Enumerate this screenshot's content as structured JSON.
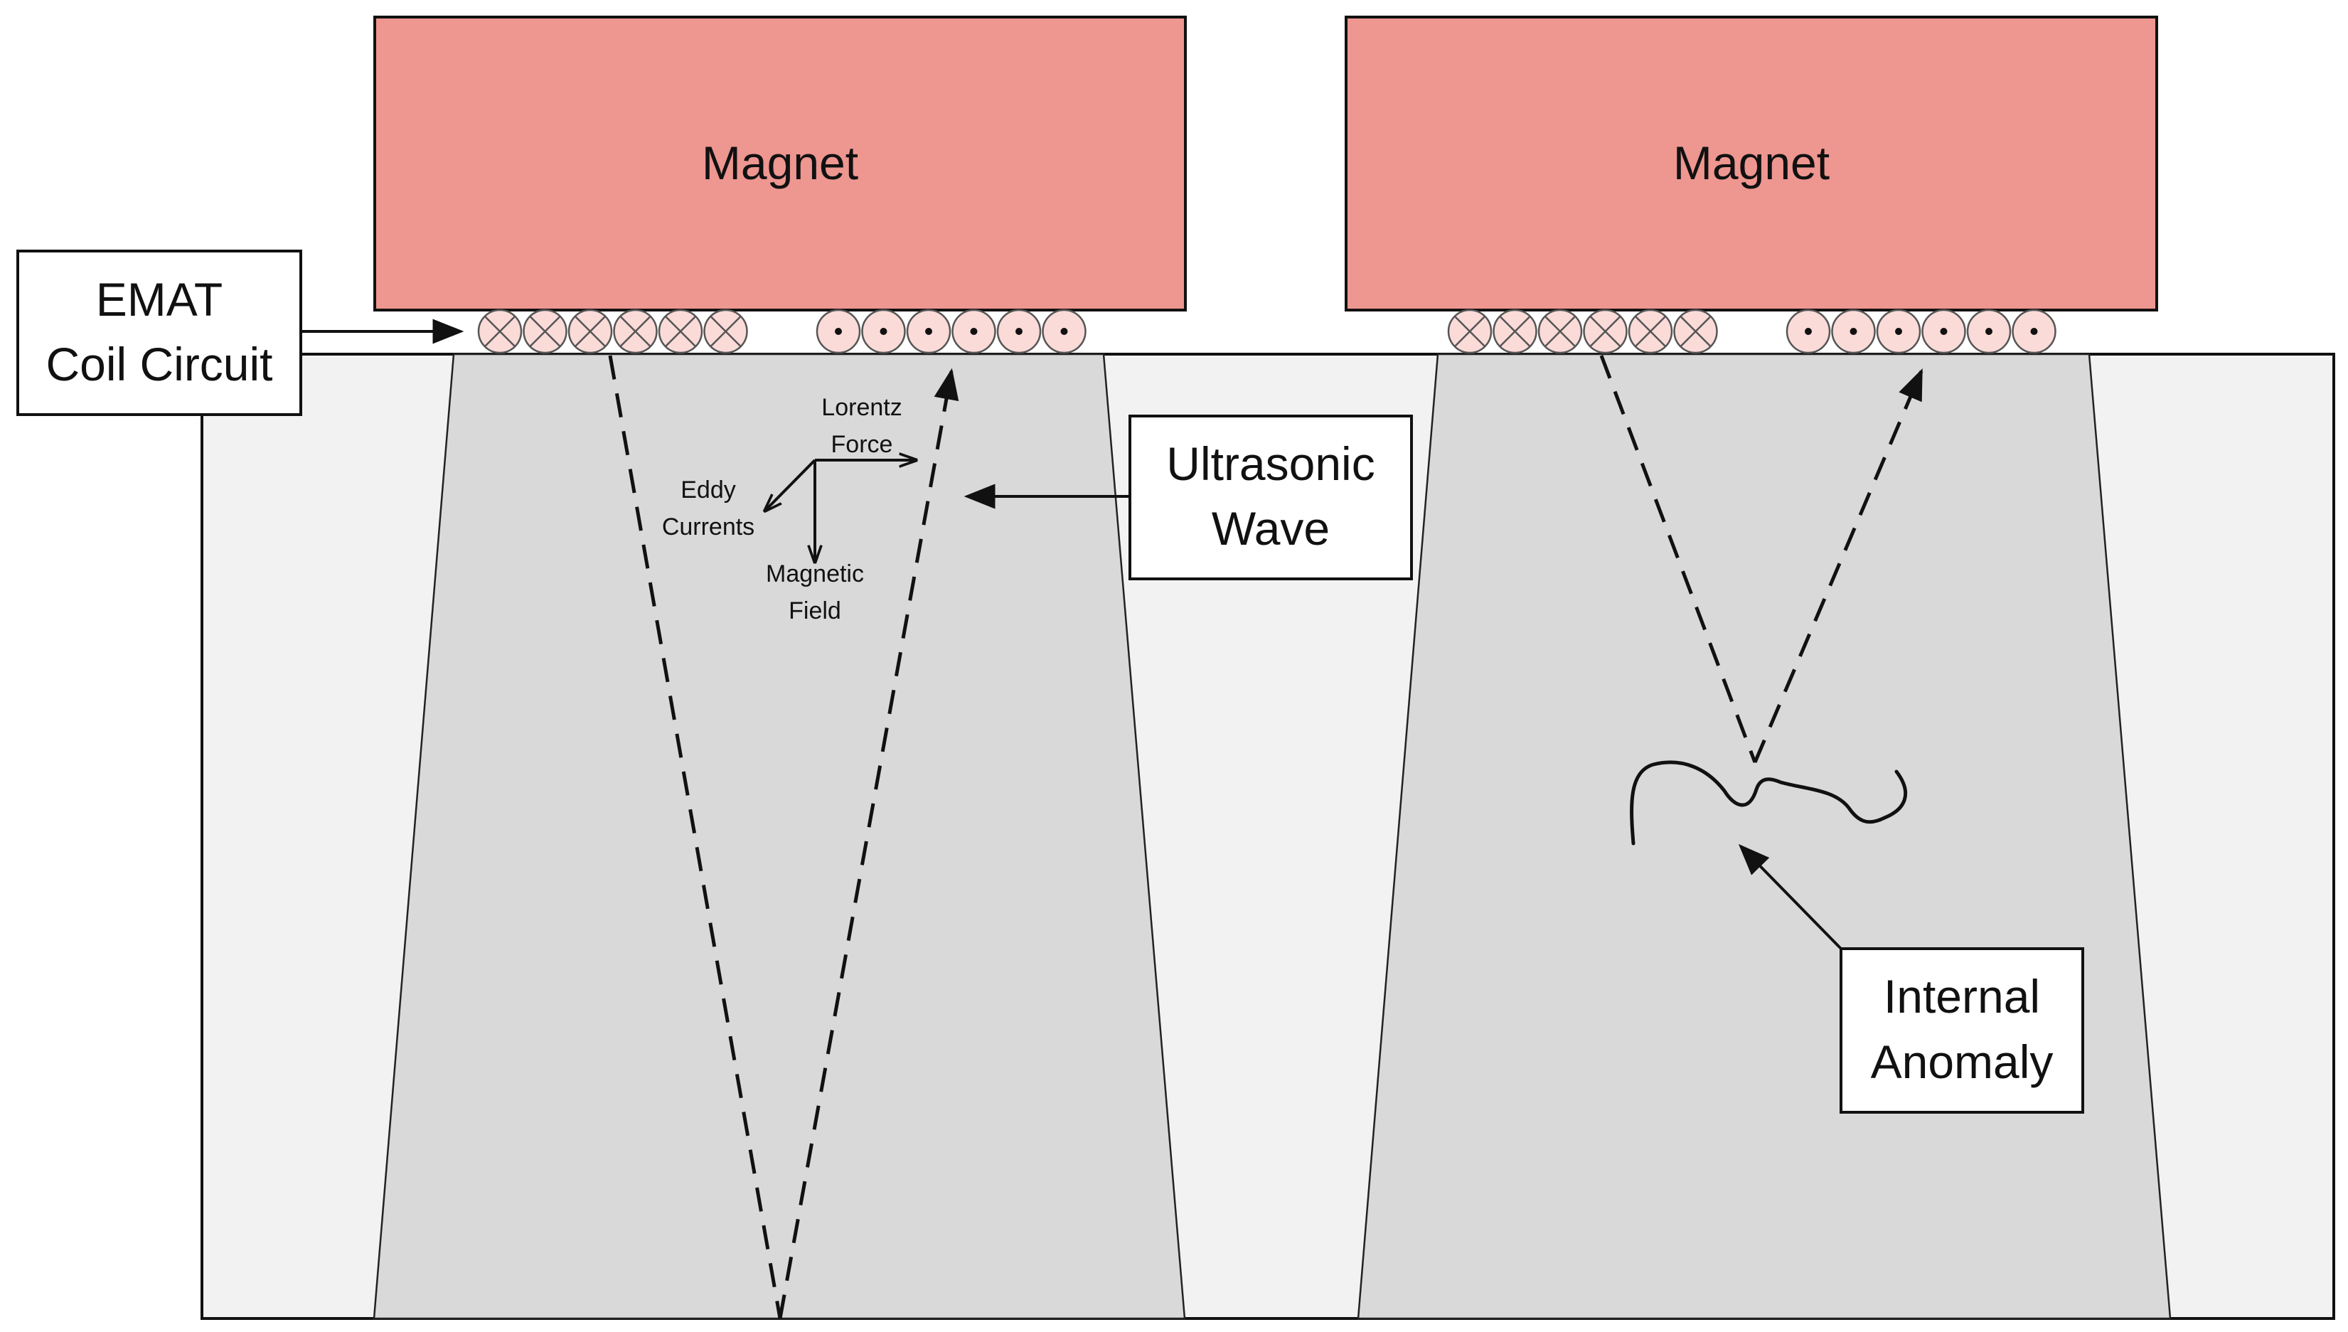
{
  "labels": {
    "magnet_left": "Magnet",
    "magnet_right": "Magnet",
    "coil_line1": "EMAT",
    "coil_line2": "Coil Circuit",
    "wave_line1": "Ultrasonic",
    "wave_line2": "Wave",
    "anomaly_line1": "Internal",
    "anomaly_line2": "Anomaly",
    "lorentz_line1": "Lorentz",
    "lorentz_line2": "Force",
    "eddy_line1": "Eddy",
    "eddy_line2": "Currents",
    "field_line1": "Magnetic",
    "field_line2": "Field"
  },
  "coils": {
    "into_page_symbol": "⊗",
    "out_of_page_symbol": "⊙",
    "count_per_group": 6
  },
  "colors": {
    "magnet_fill": "#ee9690",
    "coil_fill": "#fadbd8",
    "specimen_fill": "#f2f2f2",
    "beam_fill": "#d9d9d9",
    "stroke": "#111111"
  }
}
